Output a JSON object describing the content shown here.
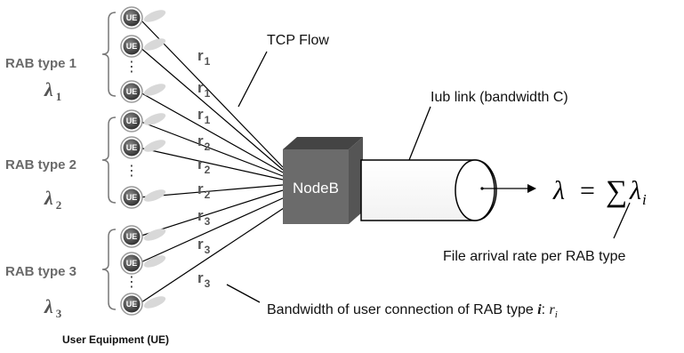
{
  "groups": [
    {
      "label": "RAB type 1",
      "lambda_symbol": "λ",
      "lambda_sub": "1"
    },
    {
      "label": "RAB type 2",
      "lambda_symbol": "λ",
      "lambda_sub": "2"
    },
    {
      "label": "RAB type 3",
      "lambda_symbol": "λ",
      "lambda_sub": "3"
    }
  ],
  "ue_badge": "UE",
  "ellipsis": "⋮",
  "rates": [
    {
      "symbol": "r",
      "sub": "1"
    },
    {
      "symbol": "r",
      "sub": "1"
    },
    {
      "symbol": "r",
      "sub": "1"
    },
    {
      "symbol": "r",
      "sub": "2"
    },
    {
      "symbol": "r",
      "sub": "2"
    },
    {
      "symbol": "r",
      "sub": "2"
    },
    {
      "symbol": "r",
      "sub": "3"
    },
    {
      "symbol": "r",
      "sub": "3"
    },
    {
      "symbol": "r",
      "sub": "3"
    }
  ],
  "nodeb_label": "NodeB",
  "tcp_flow_label": "TCP Flow",
  "iub_label": "Iub link (bandwidth C)",
  "arrow": "→",
  "formula": {
    "lhs": "λ",
    "equals": "=",
    "sum": "∑",
    "term": "λ",
    "index": "i"
  },
  "file_arrival_label": "File arrival rate per RAB type",
  "bandwidth_label_prefix": "Bandwidth of user connection of RAB type ",
  "bandwidth_label_i": "i",
  "bandwidth_label_colon": ": ",
  "bandwidth_label_r": "r",
  "bandwidth_label_sub": "i",
  "footer": "User Equipment (UE)",
  "colors": {
    "ue_dark": "#555555",
    "ue_ring": "#9a9a9a",
    "nodeb_front": "#6b6b6b",
    "nodeb_top": "#4a4a4a",
    "nodeb_side": "#5a5a5a",
    "line": "#000000",
    "label_gray": "#6a6a6a"
  }
}
